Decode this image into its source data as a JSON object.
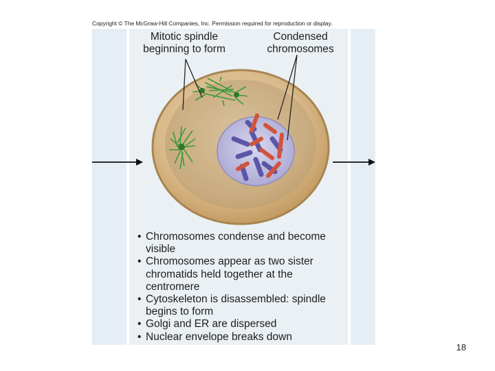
{
  "copyright": "Copyright © The McGraw-Hill Companies, Inc. Permission required for reproduction or display.",
  "labels": {
    "spindle": "Mitotic spindle\nbeginning to form",
    "chromosomes": "Condensed\nchromosomes"
  },
  "bullets": [
    "Chromosomes condense and become visible",
    "Chromosomes appear as two sister chromatids held together at the centromere",
    "Cytoskeleton is disassembled: spindle begins to form",
    "Golgi and ER are dispersed",
    "Nuclear envelope breaks down"
  ],
  "page_number": "18",
  "colors": {
    "panel": "#eaf0f4",
    "cell_fill": "#d8b98a",
    "cell_border": "#a78550",
    "spindle": "#3f9a3c",
    "nucleus": "#c7c5e3",
    "chromosome_blue": "#7a76c8",
    "chromosome_red": "#d2533b",
    "arrow": "#111111"
  }
}
